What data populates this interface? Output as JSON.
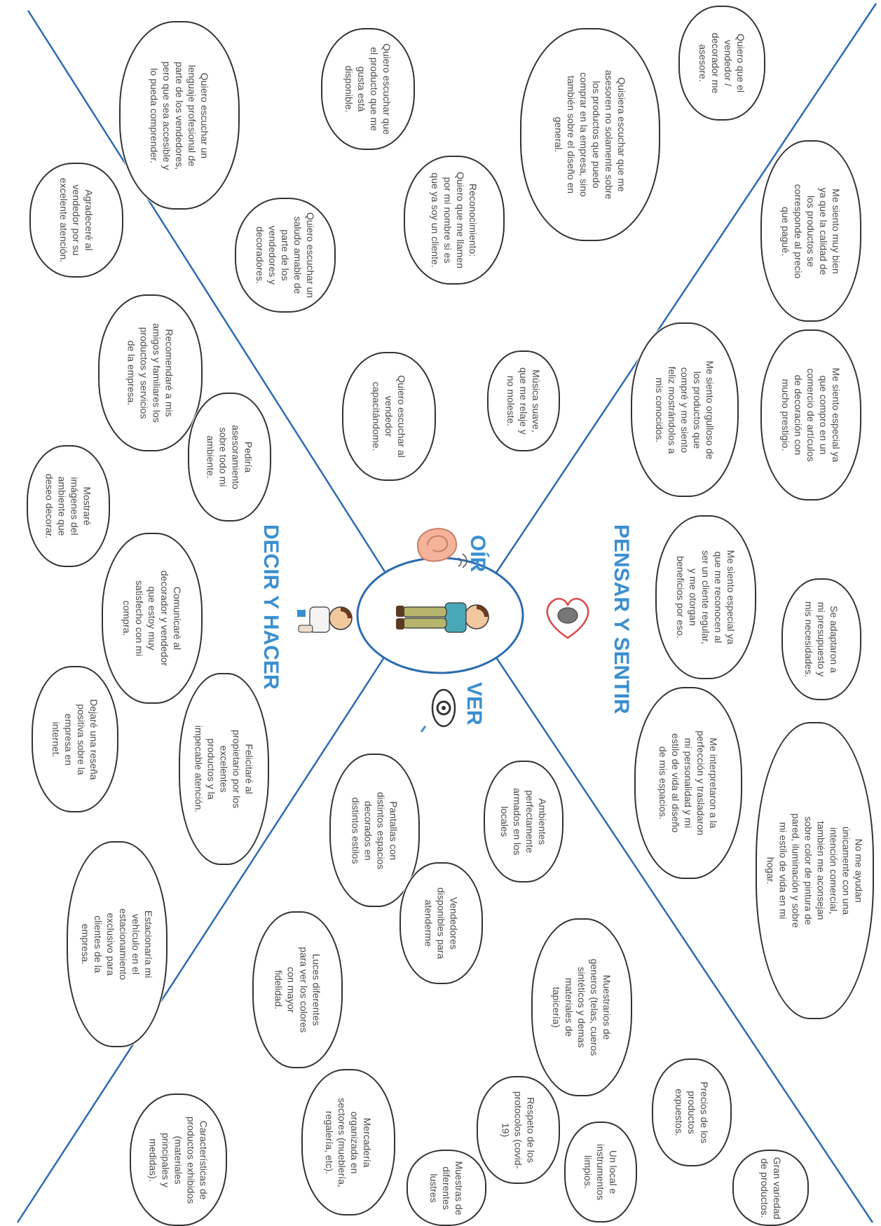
{
  "colors": {
    "line": "#2b6cb0",
    "title": "#3a8fd0",
    "cloud_border": "#333333",
    "text": "#4a4a4a"
  },
  "sections": {
    "think_feel": "PENSAR Y SENTIR",
    "hear": "OÍR",
    "see": "VER",
    "say_do": "DECIR Y HACER"
  },
  "icons": {
    "ear": "ear-icon",
    "heart": "heart-brain-icon",
    "eye": "eye-icon",
    "person": "person-icon",
    "vendor": "vendor-icon"
  },
  "thoughts": [
    "Quiero que el vendedor / decorador me asesore.",
    "Quisiera escuchar que me asesoren no solamente sobre los productos que puedo comprar en la empresa, sino también sobre el diseño en general.",
    "Quiero escuchar que el producto que me gusta está disponible.",
    "Quiero escuchar un lenguaje profesional de parte de los vendedores, pero que sea accesible y lo pueda comprender.",
    "Reconocimiento: Quiero que me llamen por mi nombre si es que ya soy un cliente.",
    "Quiero escuchar un saludo amable de parte de los vendedores y decoradores.",
    "Agradeceré al vendedor por su excelente atención.",
    "Me siento muy bien ya que la calidad de los productos se corresponde al precio que pagué.",
    "Me siento orgulloso de los productos que compré y me siento feliz mostrándolos a mis conocidos.",
    "Me siento especial ya que compro en un comercio de artículos de decoración con mucho prestigio.",
    "Música suave, que me relaje y no moleste.",
    "Quiero escuchar al vendedor capacitándome.",
    "Recomendaré a mis amigos y familiares los productos y servicios de la empresa.",
    "Pediría asesoramiento sobre todo mi ambiente.",
    "Mostraré imágenes del ambiente que deseo decorar.",
    "Me siento especial ya que me reconocen al ser un cliente regular, y me otorgan beneficios por eso.",
    "Se adaptaron a mi presupuesto y mis necesidades.",
    "Comunicaré al decorador y vendedor que estoy muy satisfecho con mi compra.",
    "Me interpretaron a la perfección y trasladaron mi personalidad y mi estilo de vida al diseño de mis espacios.",
    "No me ayudan únicamente con una intención comercial, también me aconsejan sobre color de pintura de pared, iluminación y sobre mi estilo de vida en mi hogar.",
    "Dejaré una reseña positiva sobre la empresa en internet.",
    "Felicitaré al propietario por los excelentes productos y la impecable atención.",
    "Pantallas con distintos espacios decorados en distintos estilos",
    "Ambientes perfectamente armados en los locales",
    "Estacionaría mi vehículo en el estacionamiento exclusivo para clientes de la empresa.",
    "Vendedores disponibles para atenderme",
    "Muestrarios de generos (telas, cueros sintéticos y demas materiales de tapicería)",
    "Luces diferentes para ver los colores con mayor fidelidad.",
    "Precios de los productos expuestos.",
    "Mercadería organizada en sectores (mueblería, regalería, etc).",
    "Respeto de los protocolos (covid-19)",
    "Características de productos exhibidos (materiales principales y medidas).",
    "Un local e instrumentos limpios.",
    "Muestras de diferentes lustres",
    "Gran variedad de productos."
  ]
}
